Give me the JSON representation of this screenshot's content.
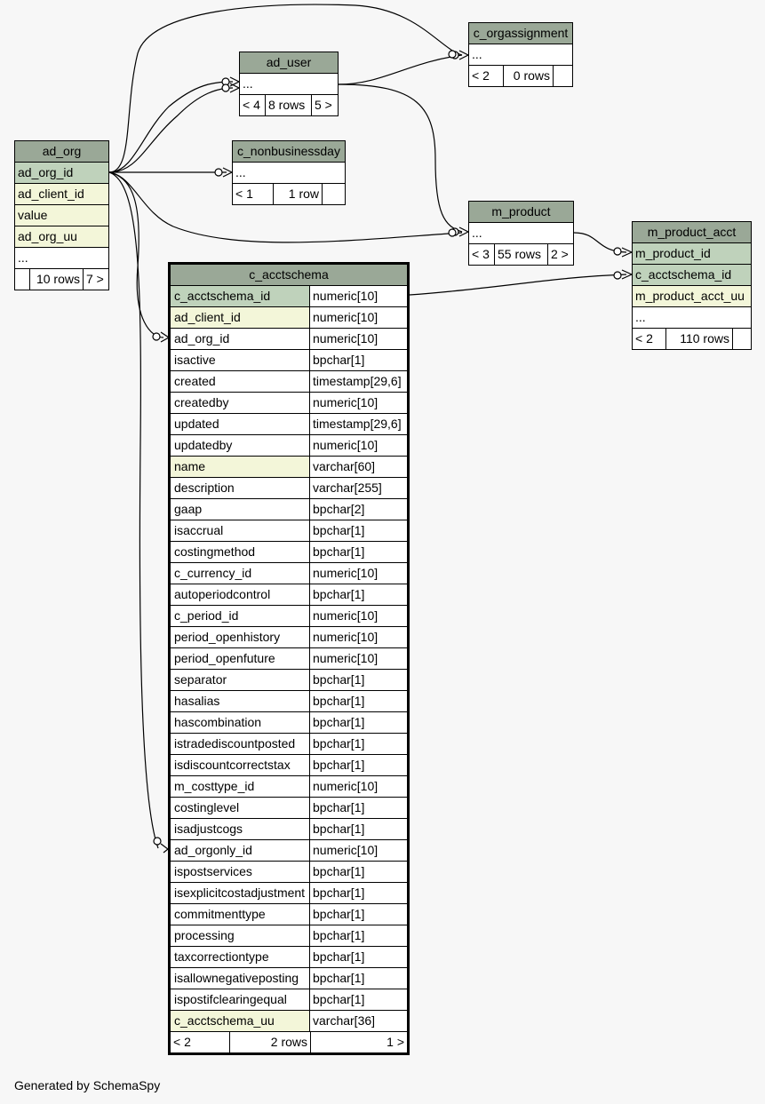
{
  "colors": {
    "header": "#9aa897",
    "primary_key": "#bfd2bb",
    "indexed": "#f3f6d9",
    "background": "#f7f7f7"
  },
  "footer_text": "Generated by SchemaSpy",
  "tables": {
    "ad_org": {
      "name": "ad_org",
      "columns": [
        "ad_org_id",
        "ad_client_id",
        "value",
        "ad_org_uu",
        "..."
      ],
      "footer": {
        "left": "",
        "rows": "10 rows",
        "right": "7 >"
      }
    },
    "ad_user": {
      "name": "ad_user",
      "columns": [
        "..."
      ],
      "footer": {
        "left": "< 4",
        "rows": "8 rows",
        "right": "5 >"
      }
    },
    "c_nonbusinessday": {
      "name": "c_nonbusinessday",
      "columns": [
        "..."
      ],
      "footer": {
        "left": "< 1",
        "rows": "1 row",
        "right": ""
      }
    },
    "c_orgassignment": {
      "name": "c_orgassignment",
      "columns": [
        "..."
      ],
      "footer": {
        "left": "< 2",
        "rows": "0 rows",
        "right": ""
      }
    },
    "m_product": {
      "name": "m_product",
      "columns": [
        "..."
      ],
      "footer": {
        "left": "< 3",
        "rows": "55 rows",
        "right": "2 >"
      }
    },
    "m_product_acct": {
      "name": "m_product_acct",
      "columns": [
        "m_product_id",
        "c_acctschema_id",
        "m_product_acct_uu",
        "..."
      ],
      "footer": {
        "left": "< 2",
        "rows": "110 rows",
        "right": ""
      }
    },
    "c_acctschema": {
      "name": "c_acctschema",
      "columns": [
        {
          "name": "c_acctschema_id",
          "type": "numeric[10]",
          "kind": "pk"
        },
        {
          "name": "ad_client_id",
          "type": "numeric[10]",
          "kind": "idx"
        },
        {
          "name": "ad_org_id",
          "type": "numeric[10]",
          "kind": "plain"
        },
        {
          "name": "isactive",
          "type": "bpchar[1]",
          "kind": "plain"
        },
        {
          "name": "created",
          "type": "timestamp[29,6]",
          "kind": "plain"
        },
        {
          "name": "createdby",
          "type": "numeric[10]",
          "kind": "plain"
        },
        {
          "name": "updated",
          "type": "timestamp[29,6]",
          "kind": "plain"
        },
        {
          "name": "updatedby",
          "type": "numeric[10]",
          "kind": "plain"
        },
        {
          "name": "name",
          "type": "varchar[60]",
          "kind": "idx"
        },
        {
          "name": "description",
          "type": "varchar[255]",
          "kind": "plain"
        },
        {
          "name": "gaap",
          "type": "bpchar[2]",
          "kind": "plain"
        },
        {
          "name": "isaccrual",
          "type": "bpchar[1]",
          "kind": "plain"
        },
        {
          "name": "costingmethod",
          "type": "bpchar[1]",
          "kind": "plain"
        },
        {
          "name": "c_currency_id",
          "type": "numeric[10]",
          "kind": "plain"
        },
        {
          "name": "autoperiodcontrol",
          "type": "bpchar[1]",
          "kind": "plain"
        },
        {
          "name": "c_period_id",
          "type": "numeric[10]",
          "kind": "plain"
        },
        {
          "name": "period_openhistory",
          "type": "numeric[10]",
          "kind": "plain"
        },
        {
          "name": "period_openfuture",
          "type": "numeric[10]",
          "kind": "plain"
        },
        {
          "name": "separator",
          "type": "bpchar[1]",
          "kind": "plain"
        },
        {
          "name": "hasalias",
          "type": "bpchar[1]",
          "kind": "plain"
        },
        {
          "name": "hascombination",
          "type": "bpchar[1]",
          "kind": "plain"
        },
        {
          "name": "istradediscountposted",
          "type": "bpchar[1]",
          "kind": "plain"
        },
        {
          "name": "isdiscountcorrectstax",
          "type": "bpchar[1]",
          "kind": "plain"
        },
        {
          "name": "m_costtype_id",
          "type": "numeric[10]",
          "kind": "plain"
        },
        {
          "name": "costinglevel",
          "type": "bpchar[1]",
          "kind": "plain"
        },
        {
          "name": "isadjustcogs",
          "type": "bpchar[1]",
          "kind": "plain"
        },
        {
          "name": "ad_orgonly_id",
          "type": "numeric[10]",
          "kind": "plain"
        },
        {
          "name": "ispostservices",
          "type": "bpchar[1]",
          "kind": "plain"
        },
        {
          "name": "isexplicitcostadjustment",
          "type": "bpchar[1]",
          "kind": "plain"
        },
        {
          "name": "commitmenttype",
          "type": "bpchar[1]",
          "kind": "plain"
        },
        {
          "name": "processing",
          "type": "bpchar[1]",
          "kind": "plain"
        },
        {
          "name": "taxcorrectiontype",
          "type": "bpchar[1]",
          "kind": "plain"
        },
        {
          "name": "isallownegativeposting",
          "type": "bpchar[1]",
          "kind": "plain"
        },
        {
          "name": "ispostifclearingequal",
          "type": "bpchar[1]",
          "kind": "plain"
        },
        {
          "name": "c_acctschema_uu",
          "type": "varchar[36]",
          "kind": "idx"
        }
      ],
      "footer": {
        "left": "< 2",
        "rows": "2 rows",
        "right": "1 >"
      }
    }
  },
  "relationships": [
    {
      "from": "ad_org.ad_org_id",
      "to": "ad_user"
    },
    {
      "from": "ad_org.ad_org_id",
      "to": "ad_user"
    },
    {
      "from": "ad_org.ad_org_id",
      "to": "c_nonbusinessday"
    },
    {
      "from": "ad_org.ad_org_id",
      "to": "c_orgassignment"
    },
    {
      "from": "ad_user",
      "to": "c_orgassignment"
    },
    {
      "from": "ad_user",
      "to": "m_product"
    },
    {
      "from": "ad_org.ad_org_id",
      "to": "m_product"
    },
    {
      "from": "ad_org.ad_org_id",
      "to": "c_acctschema.ad_org_id"
    },
    {
      "from": "ad_org.ad_org_id",
      "to": "c_acctschema.ad_orgonly_id"
    },
    {
      "from": "m_product",
      "to": "m_product_acct.m_product_id"
    },
    {
      "from": "c_acctschema.c_acctschema_id",
      "to": "m_product_acct.c_acctschema_id"
    }
  ]
}
